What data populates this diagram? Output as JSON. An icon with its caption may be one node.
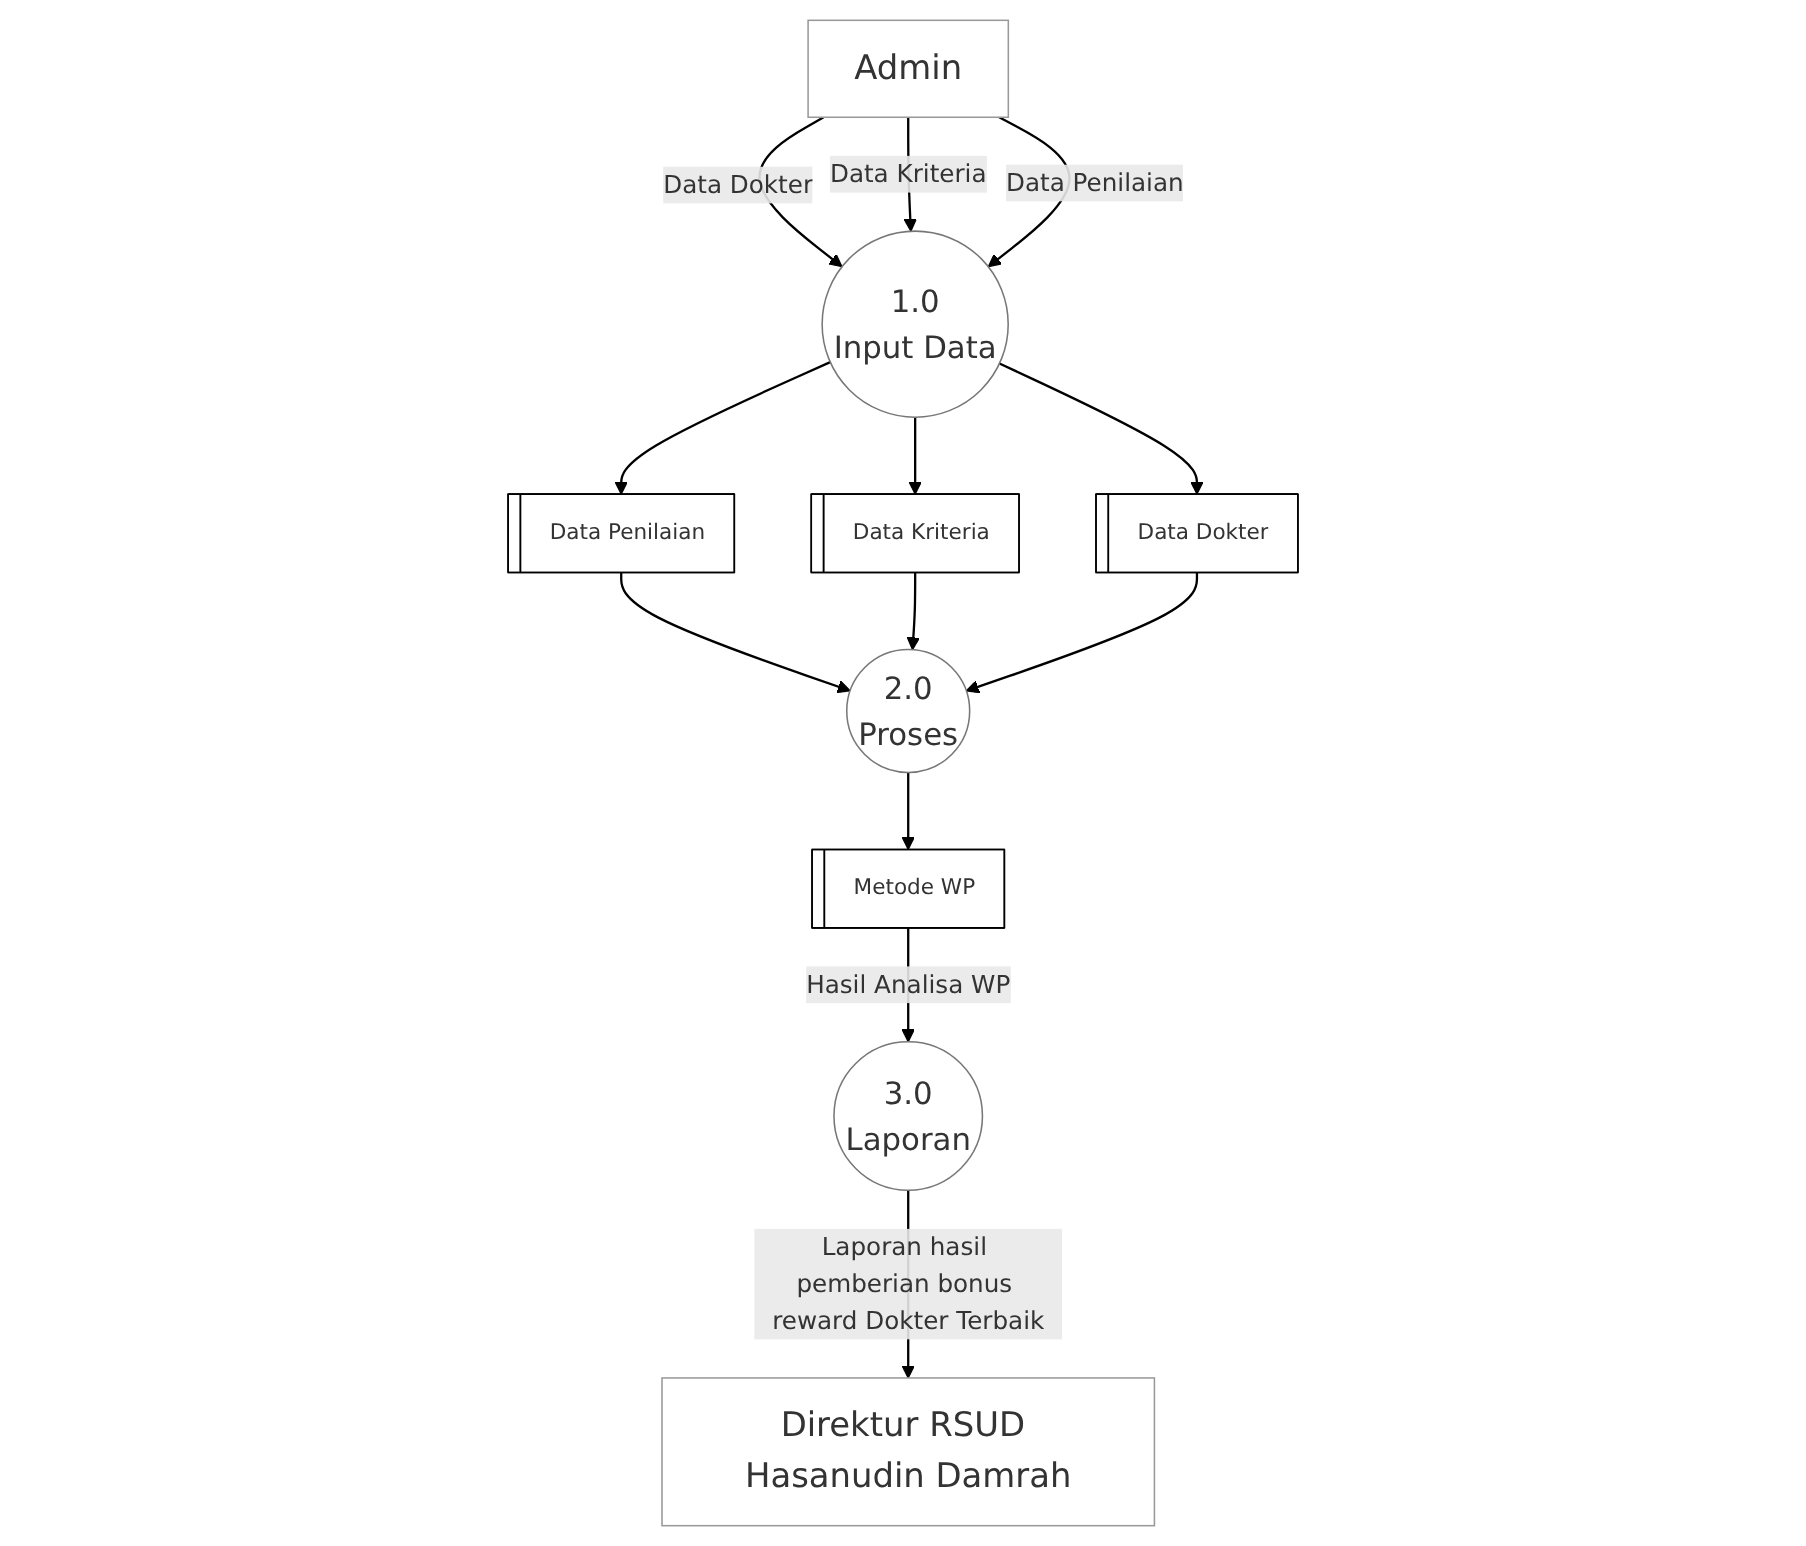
{
  "diagram": {
    "nodes": [
      {
        "text": [
          "Admin"
        ]
      },
      {
        "text": [
          "1.0",
          "Input Data"
        ]
      },
      {
        "text": [
          "Data Dokter"
        ]
      },
      {
        "text": [
          "Data Kriteria"
        ]
      },
      {
        "text": [
          "Data Penilaian"
        ]
      },
      {
        "text": [
          "2.0",
          "Proses"
        ]
      },
      {
        "text": [
          "Metode WP"
        ]
      },
      {
        "text": [
          "3.0",
          "Laporan"
        ]
      },
      {
        "text": [
          "Direktur RSUD Hasanudin Damrah"
        ]
      }
    ],
    "edges": [
      {
        "from": 0,
        "to": 1,
        "arrow": "to",
        "label": "Data Dokter"
      },
      {
        "from": 0,
        "to": 1,
        "arrow": "to",
        "label": "Data Kriteria"
      },
      {
        "from": 0,
        "to": 1,
        "arrow": "to",
        "label": "Data Penilaian"
      },
      {
        "from": 1,
        "to": 2,
        "arrow": "to"
      },
      {
        "from": 1,
        "to": 3,
        "arrow": "to"
      },
      {
        "from": 1,
        "to": 4,
        "arrow": "to"
      },
      {
        "from": 4,
        "to": 5,
        "arrow": "to"
      },
      {
        "from": 3,
        "to": 5,
        "arrow": "to"
      },
      {
        "from": 2,
        "to": 5,
        "arrow": "to"
      },
      {
        "from": 5,
        "to": 6,
        "arrow": "to"
      },
      {
        "from": 6,
        "to": 7,
        "arrow": "to",
        "label": "Hasil Analisa WP"
      },
      {
        "from": 7,
        "to": 8,
        "arrow": "to",
        "label": "Laporan hasil pemberian bonus reward Dokter Terbaik"
      }
    ]
  }
}
